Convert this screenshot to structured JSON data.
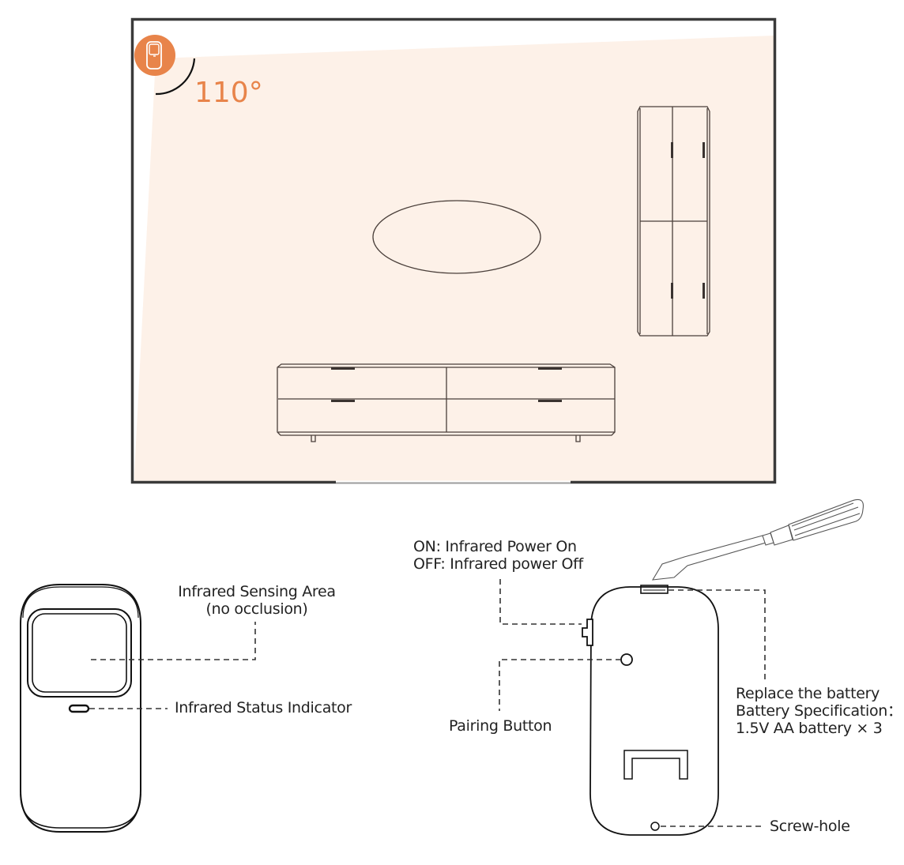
{
  "room_view": {
    "angle_label": "110°",
    "colors": {
      "accent": "#e8844a",
      "coverage_fill": "#fdf1e8",
      "frame": "#3a3a3a",
      "furniture_stroke": "#4a3f3a"
    },
    "icons": {
      "sensor_badge": "motion-sensor-icon"
    },
    "furniture": [
      "oval-rug",
      "tall-wardrobe",
      "low-tv-cabinet"
    ]
  },
  "front_view": {
    "sensing_area_label_line1": "Infrared Sensing Area",
    "sensing_area_label_line2": "(no occlusion)",
    "status_indicator_label": "Infrared Status Indicator"
  },
  "back_view": {
    "power_switch_label_line1": "ON: Infrared Power On",
    "power_switch_label_line2": "OFF: Infrared power Off",
    "pairing_button_label": "Pairing Button",
    "battery_label_line1": "Replace the battery",
    "battery_label_line2": "Battery Specification：",
    "battery_label_line3": "1.5V AA battery × 3",
    "screw_hole_label": "Screw-hole",
    "icons": {
      "tool": "screwdriver-icon"
    }
  }
}
